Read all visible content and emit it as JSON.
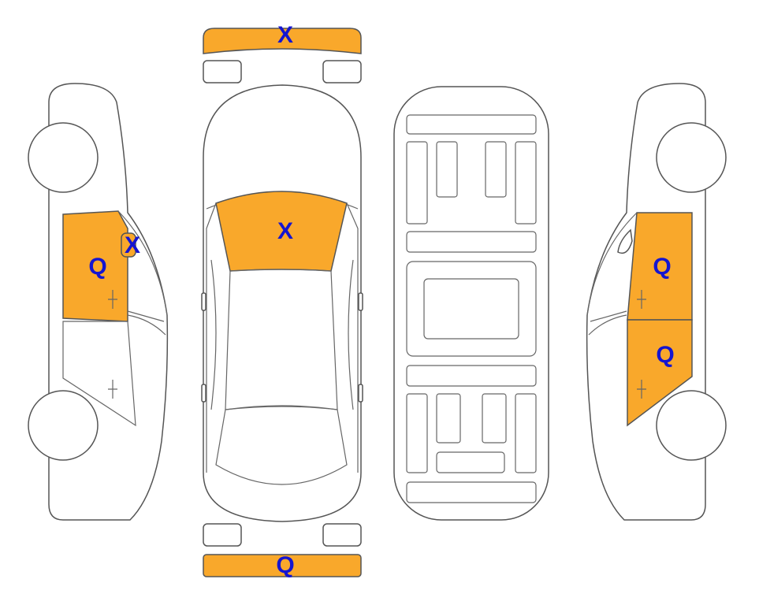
{
  "colors": {
    "damage_fill": "#F9A82B",
    "mark_text": "#1515D0",
    "outline": "#555555"
  },
  "panels": {
    "front_bumper": {
      "mark": "X",
      "damaged": true
    },
    "front_windshield": {
      "mark": "X",
      "damaged": true
    },
    "rear_bumper": {
      "mark": "Q",
      "damaged": true
    },
    "left_front_door": {
      "mark": "Q",
      "damaged": true
    },
    "left_front_door_mirror": {
      "mark": "X",
      "damaged": true
    },
    "right_front_door": {
      "mark": "Q",
      "damaged": true
    },
    "right_rear_door": {
      "mark": "Q",
      "damaged": true
    }
  }
}
